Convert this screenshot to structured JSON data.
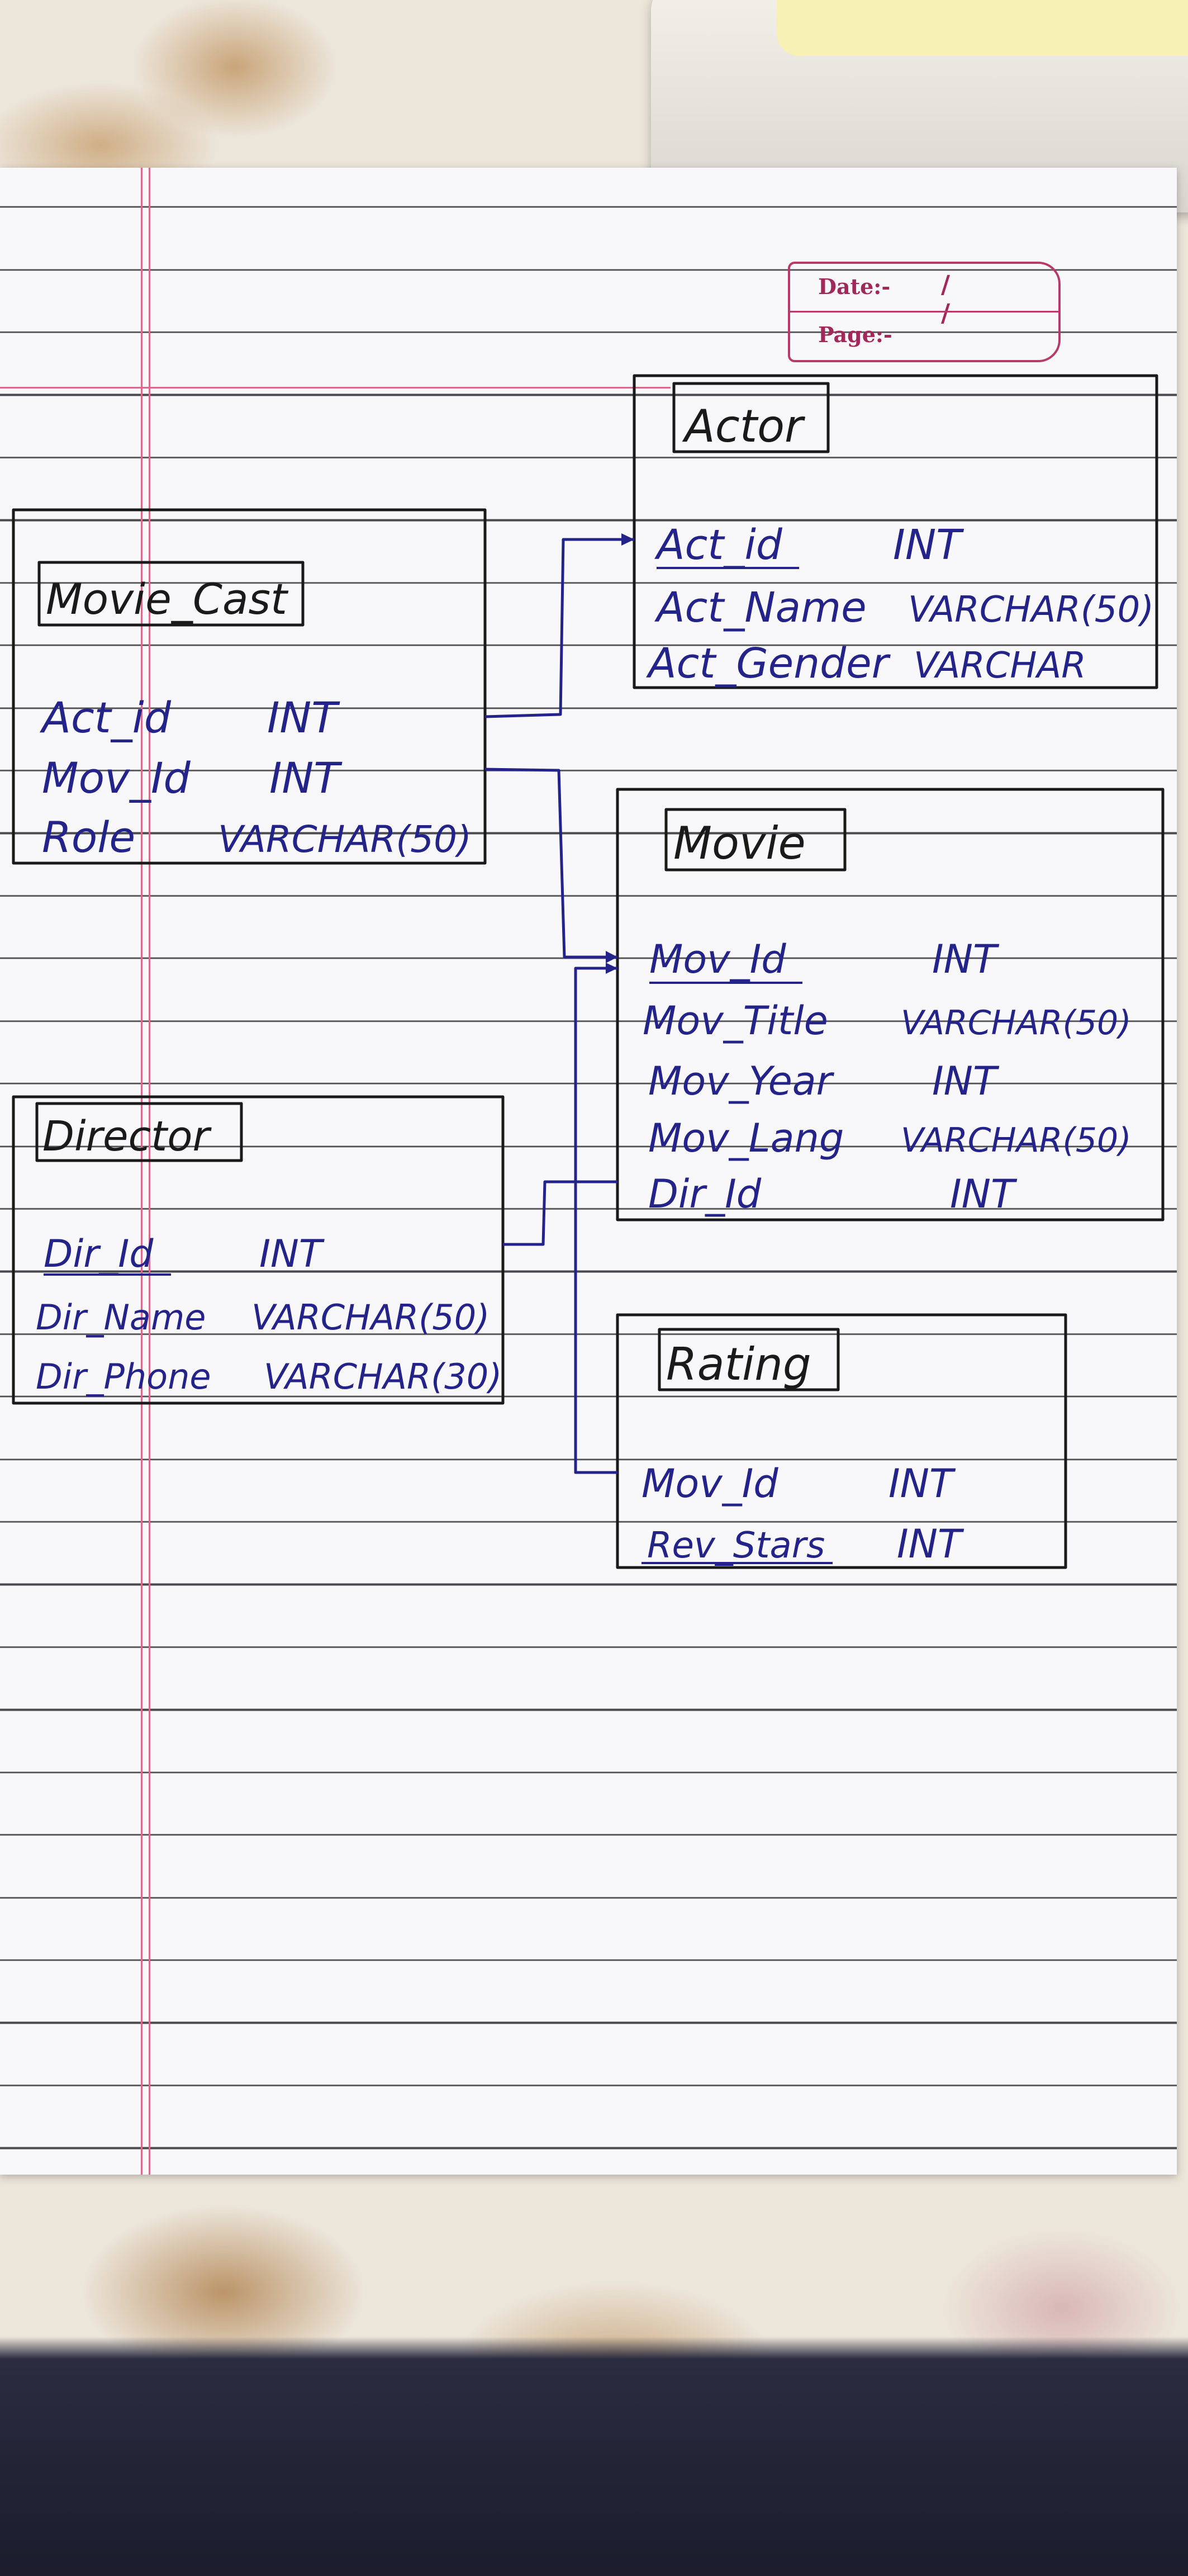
{
  "header": {
    "date_label": "Date:-",
    "date_slashes": "/ /",
    "page_label": "Page:-"
  },
  "colors": {
    "ink_blue": "#23238a",
    "ink_black": "#1a1a1a",
    "margin_red": "#d86a8a",
    "header_magenta": "#a3285a"
  },
  "entities": {
    "actor": {
      "title": "Actor",
      "attributes": [
        {
          "name": "Act_id",
          "type": "INT",
          "key": true
        },
        {
          "name": "Act_Name",
          "type": "VARCHAR(50)",
          "key": false
        },
        {
          "name": "Act_Gender",
          "type": "VARCHAR",
          "key": false
        }
      ]
    },
    "movie_cast": {
      "title": "Movie_Cast",
      "attributes": [
        {
          "name": "Act_id",
          "type": "INT",
          "key": false
        },
        {
          "name": "Mov_Id",
          "type": "INT",
          "key": false
        },
        {
          "name": "Role",
          "type": "VARCHAR(50)",
          "key": false
        }
      ]
    },
    "movie": {
      "title": "Movie",
      "attributes": [
        {
          "name": "Mov_Id",
          "type": "INT",
          "key": true
        },
        {
          "name": "Mov_Title",
          "type": "VARCHAR(50)",
          "key": false
        },
        {
          "name": "Mov_Year",
          "type": "INT",
          "key": false
        },
        {
          "name": "Mov_Lang",
          "type": "VARCHAR(50)",
          "key": false
        },
        {
          "name": "Dir_Id",
          "type": "INT",
          "key": false
        }
      ]
    },
    "director": {
      "title": "Director",
      "attributes": [
        {
          "name": "Dir_Id",
          "type": "INT",
          "key": true
        },
        {
          "name": "Dir_Name",
          "type": "VARCHAR(50)",
          "key": false
        },
        {
          "name": "Dir_Phone",
          "type": "VARCHAR(30)",
          "key": false
        }
      ]
    },
    "rating": {
      "title": "Rating",
      "attributes": [
        {
          "name": "Mov_Id",
          "type": "INT",
          "key": false
        },
        {
          "name": "Rev_Stars",
          "type": "INT",
          "key": true
        }
      ]
    }
  },
  "relationships": [
    {
      "from": "movie_cast.Act_id",
      "to": "actor.Act_id"
    },
    {
      "from": "movie_cast.Mov_Id",
      "to": "movie.Mov_Id"
    },
    {
      "from": "director.Dir_Id",
      "to": "movie.Dir_Id"
    },
    {
      "from": "rating.Mov_Id",
      "to": "movie.Mov_Id"
    }
  ]
}
